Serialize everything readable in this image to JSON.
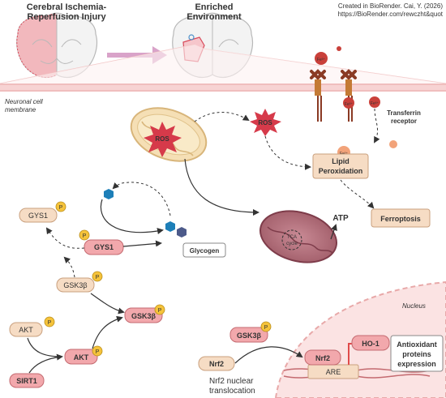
{
  "header": {
    "title_left_line1": "Cerebral Ischemia-",
    "title_left_line2": "Reperfusion Injury",
    "title_mid_line1": "Enriched",
    "title_mid_line2": "Environment",
    "credit_line1": "Created in BioRender. Cai, Y. (2026)",
    "credit_line2": "https://BioRender.com/rewczht&quot"
  },
  "labels": {
    "membrane_line1": "Neuronal cell",
    "membrane_line2": "membrane",
    "fe": "Fe³⁺",
    "fe2": "Fe²⁺",
    "transferrin_line1": "Transferrin",
    "transferrin_line2": "receptor",
    "ros": "ROS",
    "lipid_line1": "Lipid",
    "lipid_line2": "Peroxidation",
    "ferroptosis": "Ferroptosis",
    "atp": "ATP",
    "tca_line1": "TCA",
    "tca_line2": "cycle",
    "glycogen": "Glycogen",
    "gys1": "GYS1",
    "gys1_p": "GYS1",
    "gsk3b": "GSK3β",
    "gsk3b_p": "GSK3β",
    "akt": "AKT",
    "akt_p": "AKT",
    "sirt1": "SIRT1",
    "p": "P",
    "nucleus": "Nucleus",
    "gsk3b_nuc": "GSK3β",
    "nrf2": "Nrf2",
    "nrf2_nuc": "Nrf2",
    "translocation_line1": "Nrf2 nuclear",
    "translocation_line2": "translocation",
    "ho1": "HO-1",
    "are": "ARE",
    "antiox_line1": "Antioxidant",
    "antiox_line2": "proteins",
    "antiox_line3": "expression"
  },
  "colors": {
    "pink_box": "#f2a8ac",
    "beige_box": "#f6dcc4",
    "phospho": "#f5c33b",
    "ros": "#d63a4a",
    "membrane": "#f7d3d3",
    "nucleus": "#fbe3e3",
    "arrow_red": "#e04b4b"
  }
}
